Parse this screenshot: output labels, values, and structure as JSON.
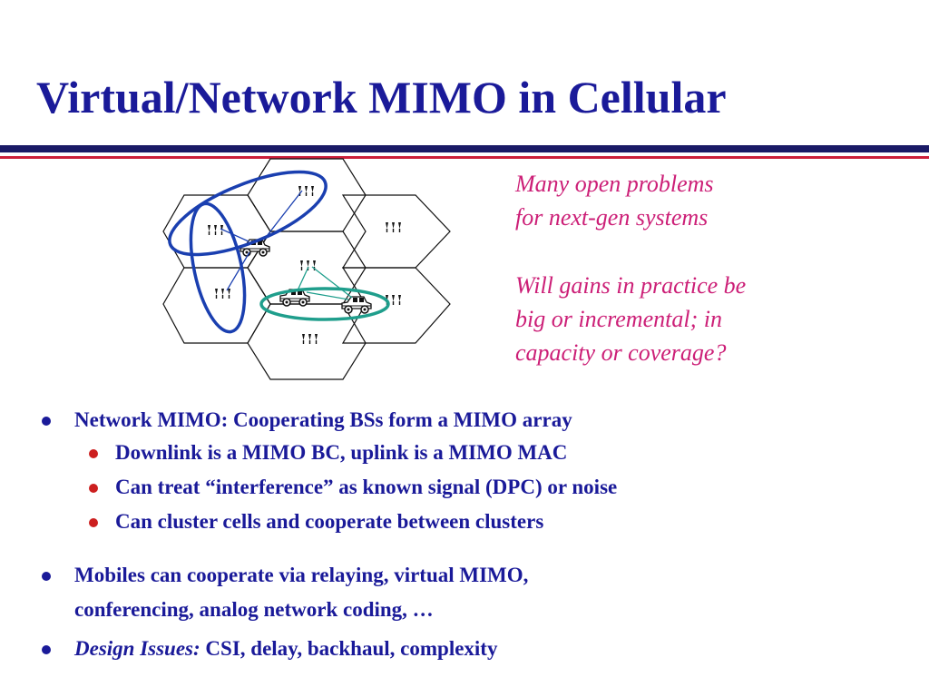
{
  "slide": {
    "title": "Virtual/Network MIMO in Cellular",
    "notes": {
      "note1_line1": "Many open problems",
      "note1_line2": "for next-gen systems",
      "note2_line1": "Will gains in practice be",
      "note2_line2": "big or incremental; in",
      "note2_line3": "capacity  or coverage?"
    },
    "bullets": {
      "b1": "Network MIMO: Cooperating BSs form a MIMO array",
      "b1_sub1": "Downlink is a MIMO BC, uplink is a MIMO MAC",
      "b1_sub2": "Can treat “interference” as known signal (DPC) or noise",
      "b1_sub3": "Can cluster cells and cooperate between clusters",
      "b2_line1": "Mobiles  can cooperate via relaying, virtual MIMO,",
      "b2_line2": "conferencing, analog network coding, …",
      "b3_italic": "Design Issues:",
      "b3_rest": " CSI, delay, backhaul, complexity"
    }
  },
  "colors": {
    "title": "#1a1a99",
    "notes": "#cc1f77",
    "rule_navy": "#1a1a66",
    "rule_red": "#cc1f3a",
    "bullet_level1": "#1a1a99",
    "bullet_level2": "#cc1f1f",
    "cluster_blue": "#1a3fb0",
    "cluster_teal": "#1f9e8c"
  },
  "diagram": {
    "cells": 7,
    "icons": [
      "base-station-icon",
      "car-icon"
    ],
    "clusters": [
      "blue-cluster-horizontal",
      "blue-cluster-vertical",
      "teal-cluster"
    ]
  }
}
